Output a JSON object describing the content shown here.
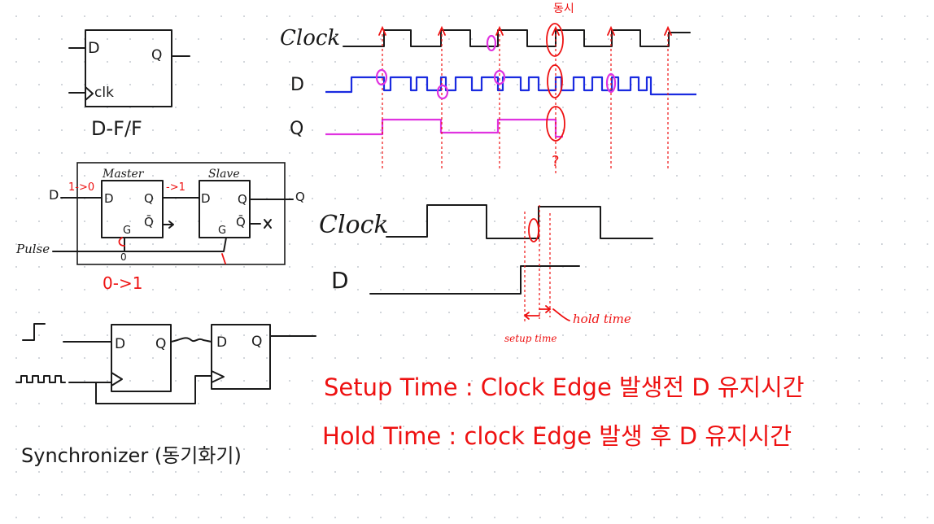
{
  "colors": {
    "ink": "#1a1a1a",
    "annotation": "#ee1111",
    "d_signal": "#1a2be0",
    "q_signal": "#e033e0"
  },
  "dff": {
    "input_d": "D",
    "input_clk": "clk",
    "output_q": "Q",
    "caption": "D-F/F"
  },
  "master_slave": {
    "input_d": "D",
    "d_transition": "1->0",
    "master_label": "Master",
    "slave_label": "Slave",
    "master_d": "D",
    "master_q": "Q",
    "master_qbar": "Q̄",
    "master_g": "G",
    "master_out_note": "->1",
    "slave_d": "D",
    "slave_q": "Q",
    "slave_qbar": "Q̄",
    "slave_g": "G",
    "output_q": "Q",
    "pulse_label": "Pulse",
    "pulse_value": "0",
    "pulse_transition": "0->1"
  },
  "synchronizer": {
    "ff1_d": "D",
    "ff1_q": "Q",
    "ff2_d": "D",
    "ff2_q": "Q",
    "caption": "Synchronizer (동기화기)"
  },
  "timing_top": {
    "clock_label": "Clock",
    "d_label": "D",
    "q_label": "Q",
    "sync_note": "동시",
    "unknown_mark": "?"
  },
  "timing_zoom": {
    "clock_label": "Clock",
    "d_label": "D",
    "hold_label": "hold time",
    "setup_label": "setup time"
  },
  "definitions": [
    "Setup Time : Clock Edge 발생전 D 유지시간",
    "Hold Time : clock Edge 발생 후 D 유지시간"
  ]
}
